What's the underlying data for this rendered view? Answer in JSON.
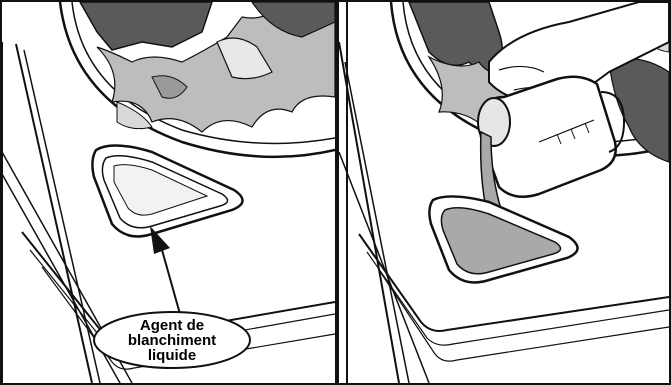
{
  "callout": {
    "line1": "Agent de",
    "line2": "blanchiment",
    "line3": "liquide"
  },
  "colors": {
    "outline": "#111111",
    "dark_laundry": "#5a5a5a",
    "light_laundry": "#bdbdbd",
    "liquid": "#a9a9a9",
    "background": "#ffffff"
  }
}
